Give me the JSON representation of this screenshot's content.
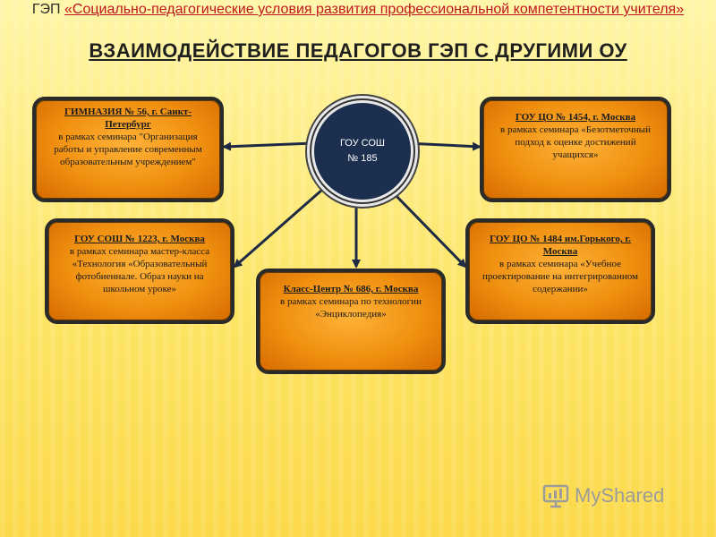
{
  "header": {
    "prefix": "ГЭП ",
    "link_text": "«Социально-педагогические условия развития профессиональной компетентности учителя»"
  },
  "title": "ВЗАИМОДЕЙСТВИЕ ПЕДАГОГОВ ГЭП С ДРУГИМИ ОУ",
  "center": {
    "line1": "ГОУ СОШ",
    "line2": "№ 185"
  },
  "nodes": {
    "gymnasium56": {
      "title": "ГИМНАЗИЯ № 56, г. Санкт-Петербург",
      "body": "в рамках семинара \"Организация работы и управление современным образовательным учреждением\""
    },
    "co1454": {
      "title": "ГОУ ЦО № 1454, г. Москва",
      "body": "в рамках семинара «Безотметочный подход к оценке достижений учащихся»"
    },
    "sosh1223": {
      "title": "ГОУ СОШ № 1223, г. Москва",
      "body": "в рамках семинара мастер-класса «Технология «Образовательный фотобиеннале. Образ науки на школьном уроке»"
    },
    "co1484": {
      "title": "ГОУ ЦО № 1484 им.Горького, г. Москва",
      "body": "в рамках семинара «Учебное проектирование на интегрированном содержании»"
    },
    "klass686": {
      "title": "Класс-Центр № 686, г. Москва",
      "body": "в рамках семинара по технологии «Энциклопедия»"
    }
  },
  "watermark": {
    "text": "MyShared"
  },
  "colors": {
    "node_fill": "#f09010",
    "node_border": "#2a2a2a",
    "center_fill": "#1c2f4f",
    "header_link": "#c0151b"
  }
}
